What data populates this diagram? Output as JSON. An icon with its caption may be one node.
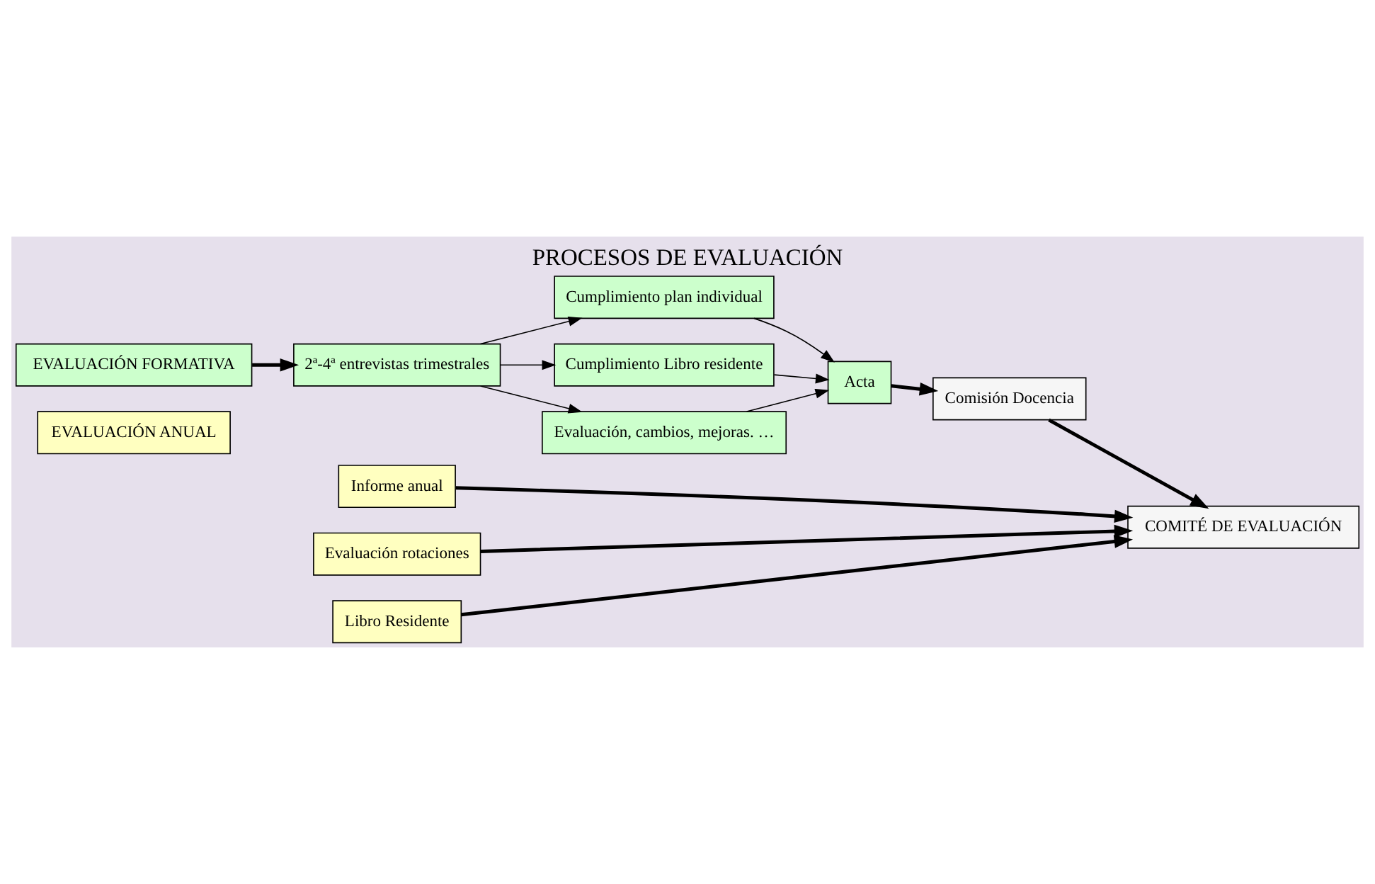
{
  "diagram": {
    "title": "PROCESOS DE EVALUACIÓN",
    "nodes": [
      {
        "text": [
          "EVALUACIÓN FORMATIVA"
        ]
      },
      {
        "text": [
          "2ª-4ª entrevistas trimestrales"
        ]
      },
      {
        "text": [
          "Cumplimiento plan individual"
        ]
      },
      {
        "text": [
          "Cumplimiento Libro residente"
        ]
      },
      {
        "text": [
          "Evaluación, cambios, mejoras. …"
        ]
      },
      {
        "text": [
          "Acta"
        ]
      },
      {
        "text": [
          "Comisión Docencia"
        ]
      },
      {
        "text": [
          "EVALUACIÓN ANUAL"
        ]
      },
      {
        "text": [
          "Informe anual"
        ]
      },
      {
        "text": [
          "Evaluación rotaciones"
        ]
      },
      {
        "text": [
          "Libro Residente"
        ]
      },
      {
        "text": [
          "COMITÉ DE EVALUACIÓN"
        ]
      }
    ],
    "edges": [
      {
        "from": 0,
        "to": 1,
        "arrow": "to",
        "style": "thick"
      },
      {
        "from": 1,
        "to": 2,
        "arrow": "to"
      },
      {
        "from": 1,
        "to": 3,
        "arrow": "to"
      },
      {
        "from": 1,
        "to": 4,
        "arrow": "to"
      },
      {
        "from": 2,
        "to": 5,
        "arrow": "to"
      },
      {
        "from": 3,
        "to": 5,
        "arrow": "to"
      },
      {
        "from": 4,
        "to": 5,
        "arrow": "to"
      },
      {
        "from": 5,
        "to": 6,
        "arrow": "to",
        "style": "thick"
      },
      {
        "from": 6,
        "to": 11,
        "arrow": "to",
        "style": "thick"
      },
      {
        "from": 8,
        "to": 11,
        "arrow": "to",
        "style": "thick"
      },
      {
        "from": 9,
        "to": 11,
        "arrow": "to",
        "style": "thick"
      },
      {
        "from": 10,
        "to": 11,
        "arrow": "to",
        "style": "thick"
      }
    ]
  }
}
